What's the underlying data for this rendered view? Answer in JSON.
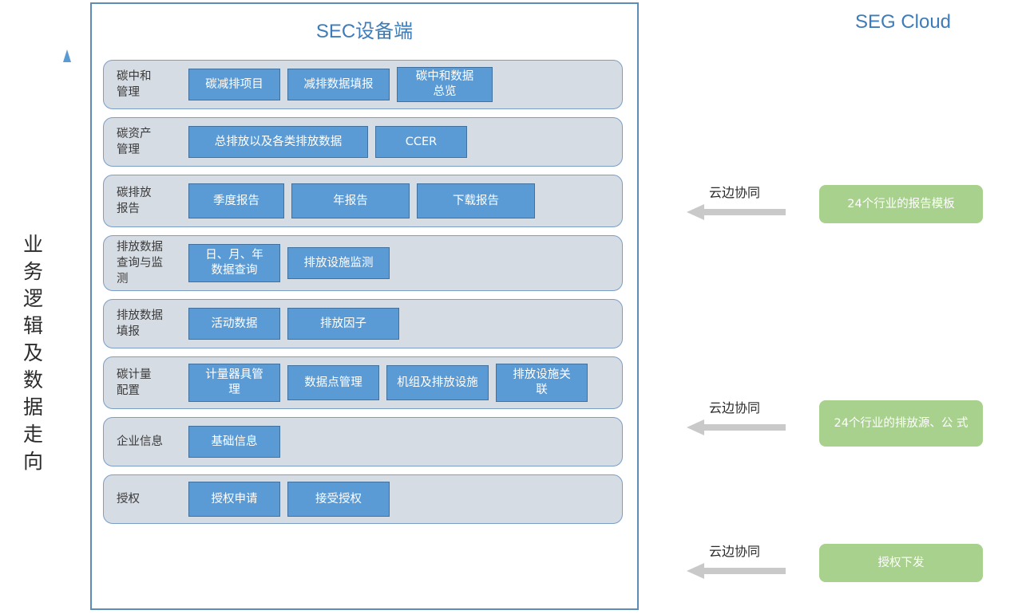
{
  "flow": {
    "label": "业务逻辑及数据走向",
    "arrow_color": "#5b9bd5",
    "direction": "up"
  },
  "sec_panel": {
    "title": "SEC设备端",
    "border_color": "#5b8db8",
    "title_color": "#3d7cba",
    "row_bg": "#d6dce4",
    "chip_bg": "#5b9bd5",
    "chip_border": "#41719c",
    "rows": [
      {
        "label": "碳中和\n管理",
        "items": [
          "碳减排项目",
          "减排数据填报",
          "碳中和数据\n总览"
        ]
      },
      {
        "label": "碳资产\n管理",
        "items": [
          "总排放以及各类排放数据",
          "CCER"
        ]
      },
      {
        "label": "碳排放\n报告",
        "items": [
          "季度报告",
          "年报告",
          "下载报告"
        ]
      },
      {
        "label": "排放数据\n查询与监\n测",
        "items": [
          "日、月、年\n数据查询",
          "排放设施监测"
        ]
      },
      {
        "label": "排放数据\n填报",
        "items": [
          "活动数据",
          "排放因子"
        ]
      },
      {
        "label": "碳计量\n配置",
        "items": [
          "计量器具管\n理",
          "数据点管理",
          "机组及排放设施",
          "排放设施关\n联"
        ]
      },
      {
        "label": "企业信息",
        "items": [
          "基础信息"
        ]
      },
      {
        "label": "授权",
        "items": [
          "授权申请",
          "接受授权"
        ]
      }
    ]
  },
  "seg_cloud": {
    "title": "SEG Cloud",
    "title_color": "#3d7cba",
    "box_color": "#a9d18e",
    "arrow_color": "#c9c9c9",
    "groups": [
      {
        "sync_label": "云边协同",
        "box_text": "24个行业的报告模板"
      },
      {
        "sync_label": "云边协同",
        "box_text": "24个行业的排放源、公\n式"
      },
      {
        "sync_label": "云边协同",
        "box_text": "授权下发"
      }
    ]
  }
}
